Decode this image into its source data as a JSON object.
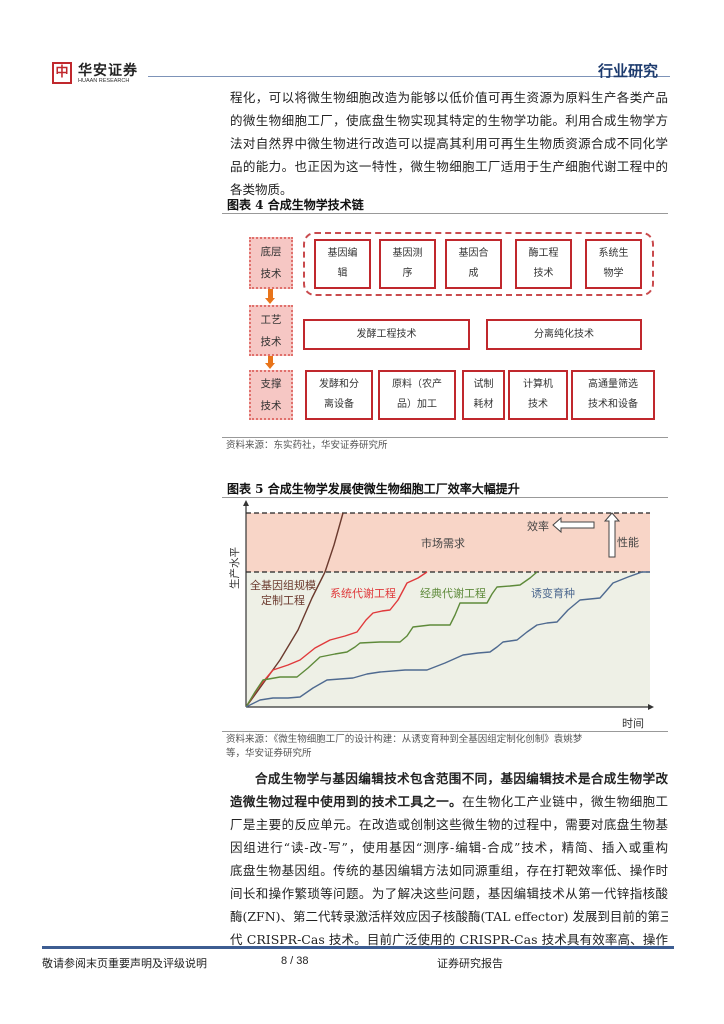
{
  "header": {
    "logo_mark": "中",
    "logo_cn": "华安证券",
    "logo_en": "HUAAN RESEARCH",
    "section": "行业研究"
  },
  "para1": [
    "程化，可以将微生物细胞改造为能够以低价值可再生资源为原料生产各类产品",
    "的微生物细胞工厂，使底盘生物实现其特定的生物学功能。利用合成生物学方",
    "法对自然界中微生物进行改造可以提高其利用可再生生物质资源合成不同化学",
    "品的能力。也正因为这一特性，微生物细胞工厂适用于生产细胞代谢工程中的",
    "各类物质。"
  ],
  "fig4": {
    "title": "图表 4 合成生物学技术链",
    "levels": [
      {
        "l1": "底层",
        "l2": "技术"
      },
      {
        "l1": "工艺",
        "l2": "技术"
      },
      {
        "l1": "支撑",
        "l2": "技术"
      }
    ],
    "row1": [
      {
        "l1": "基因编",
        "l2": "辑"
      },
      {
        "l1": "基因测",
        "l2": "序"
      },
      {
        "l1": "基因合",
        "l2": "成"
      },
      {
        "l1": "酶工程",
        "l2": "技术"
      },
      {
        "l1": "系统生",
        "l2": "物学"
      }
    ],
    "row2": [
      "发酵工程技术",
      "分离纯化技术"
    ],
    "row3": [
      {
        "l1": "发酵和分",
        "l2": "离设备"
      },
      {
        "l1": "原料（农产",
        "l2": "品）加工"
      },
      {
        "l1": "试制",
        "l2": "耗材"
      },
      {
        "l1": "计算机",
        "l2": "技术"
      },
      {
        "l1": "高通量筛选",
        "l2": "技术和设备"
      }
    ],
    "source": "资料来源：东实药社，华安证券研究所"
  },
  "fig5": {
    "title": "图表 5 合成生物学发展使微生物细胞工厂效率大幅提升",
    "ylabel": "生产水平",
    "xlabel": "时间",
    "market": "市场需求",
    "efficiency": "效率",
    "performance": "性能",
    "series": [
      {
        "name_l1": "全基因组规模",
        "name_l2": "定制工程",
        "color": "#6b3a2e"
      },
      {
        "name": "系统代谢工程",
        "color": "#e0393b"
      },
      {
        "name": "经典代谢工程",
        "color": "#5e8a3a"
      },
      {
        "name": "诱变育种",
        "color": "#4f6a90"
      }
    ],
    "zone_colors": {
      "market": "#f8d5c7",
      "below": "#eef0e6"
    },
    "source_l1": "资料来源：《微生物细胞工厂的设计构建：从诱变育种到全基因组定制化创制》袁姚梦",
    "source_l2": "等，华安证券研究所"
  },
  "para2": [
    {
      "bold": "合成生物学与基因编辑技术包含范围不同，基因编辑技术是合成生物学改",
      "text": ""
    },
    {
      "bold": "造微生物过程中使用到的技术工具之一。",
      "text": "在生物化工产业链中，微生物细胞工"
    },
    {
      "bold": "",
      "text": "厂是主要的反应单元。在改造或创制这些微生物的过程中，需要对底盘生物基"
    },
    {
      "bold": "",
      "text": "因组进行“读-改-写”，使用基因“测序-编辑-合成”技术，精简、插入或重构"
    },
    {
      "bold": "",
      "text": "底盘生物基因组。传统的基因编辑方法如同源重组，存在打靶效率低、操作时"
    },
    {
      "bold": "",
      "text": "间长和操作繁琐等问题。为了解决这些问题，基因编辑技术从第一代锌指核酸"
    },
    {
      "bold": "",
      "text": "酶(ZFN)、第二代转录激活样效应因子核酸酶(TAL effector) 发展到目前的第三"
    },
    {
      "bold": "",
      "text": "代 CRISPR-Cas 技术。目前广泛使用的 CRISPR-Cas 技术具有效率高、操作"
    }
  ],
  "footer": {
    "disclaimer": "敬请参阅末页重要声明及评级说明",
    "page": "8 / 38",
    "type": "证券研究报告"
  }
}
